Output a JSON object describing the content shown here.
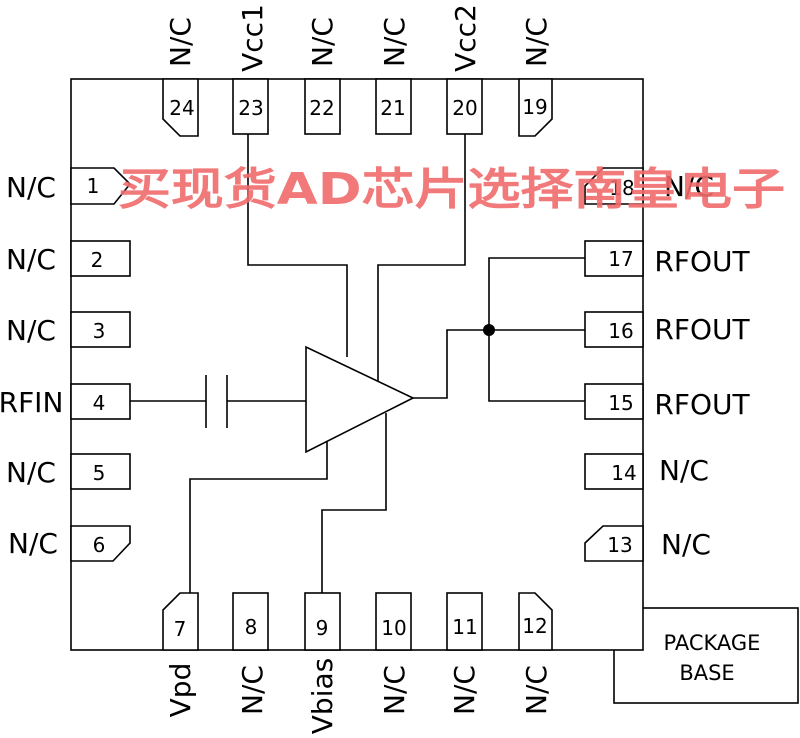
{
  "package_base": {
    "line1": "PACKAGE",
    "line2": "BASE"
  },
  "watermark": "买现货AD芯片选择南皇电子",
  "colors": {
    "watermark": "#f06a6a",
    "line": "#000000"
  },
  "pins": {
    "p1": {
      "num": "1",
      "label": "N/C"
    },
    "p2": {
      "num": "2",
      "label": "N/C"
    },
    "p3": {
      "num": "3",
      "label": "N/C"
    },
    "p4": {
      "num": "4",
      "label": "RFIN"
    },
    "p5": {
      "num": "5",
      "label": "N/C"
    },
    "p6": {
      "num": "6",
      "label": "N/C"
    },
    "p7": {
      "num": "7",
      "label": "Vpd"
    },
    "p8": {
      "num": "8",
      "label": "N/C"
    },
    "p9": {
      "num": "9",
      "label": "Vbias"
    },
    "p10": {
      "num": "10",
      "label": "N/C"
    },
    "p11": {
      "num": "11",
      "label": "N/C"
    },
    "p12": {
      "num": "12",
      "label": "N/C"
    },
    "p13": {
      "num": "13",
      "label": "N/C"
    },
    "p14": {
      "num": "14",
      "label": "N/C"
    },
    "p15": {
      "num": "15",
      "label": "RFOUT"
    },
    "p16": {
      "num": "16",
      "label": "RFOUT"
    },
    "p17": {
      "num": "17",
      "label": "RFOUT"
    },
    "p18": {
      "num": "18",
      "label": "N/C"
    },
    "p19": {
      "num": "19",
      "label": "N/C"
    },
    "p20": {
      "num": "20",
      "label": "Vcc2"
    },
    "p21": {
      "num": "21",
      "label": "N/C"
    },
    "p22": {
      "num": "22",
      "label": "N/C"
    },
    "p23": {
      "num": "23",
      "label": "Vcc1"
    },
    "p24": {
      "num": "24",
      "label": "N/C"
    }
  }
}
